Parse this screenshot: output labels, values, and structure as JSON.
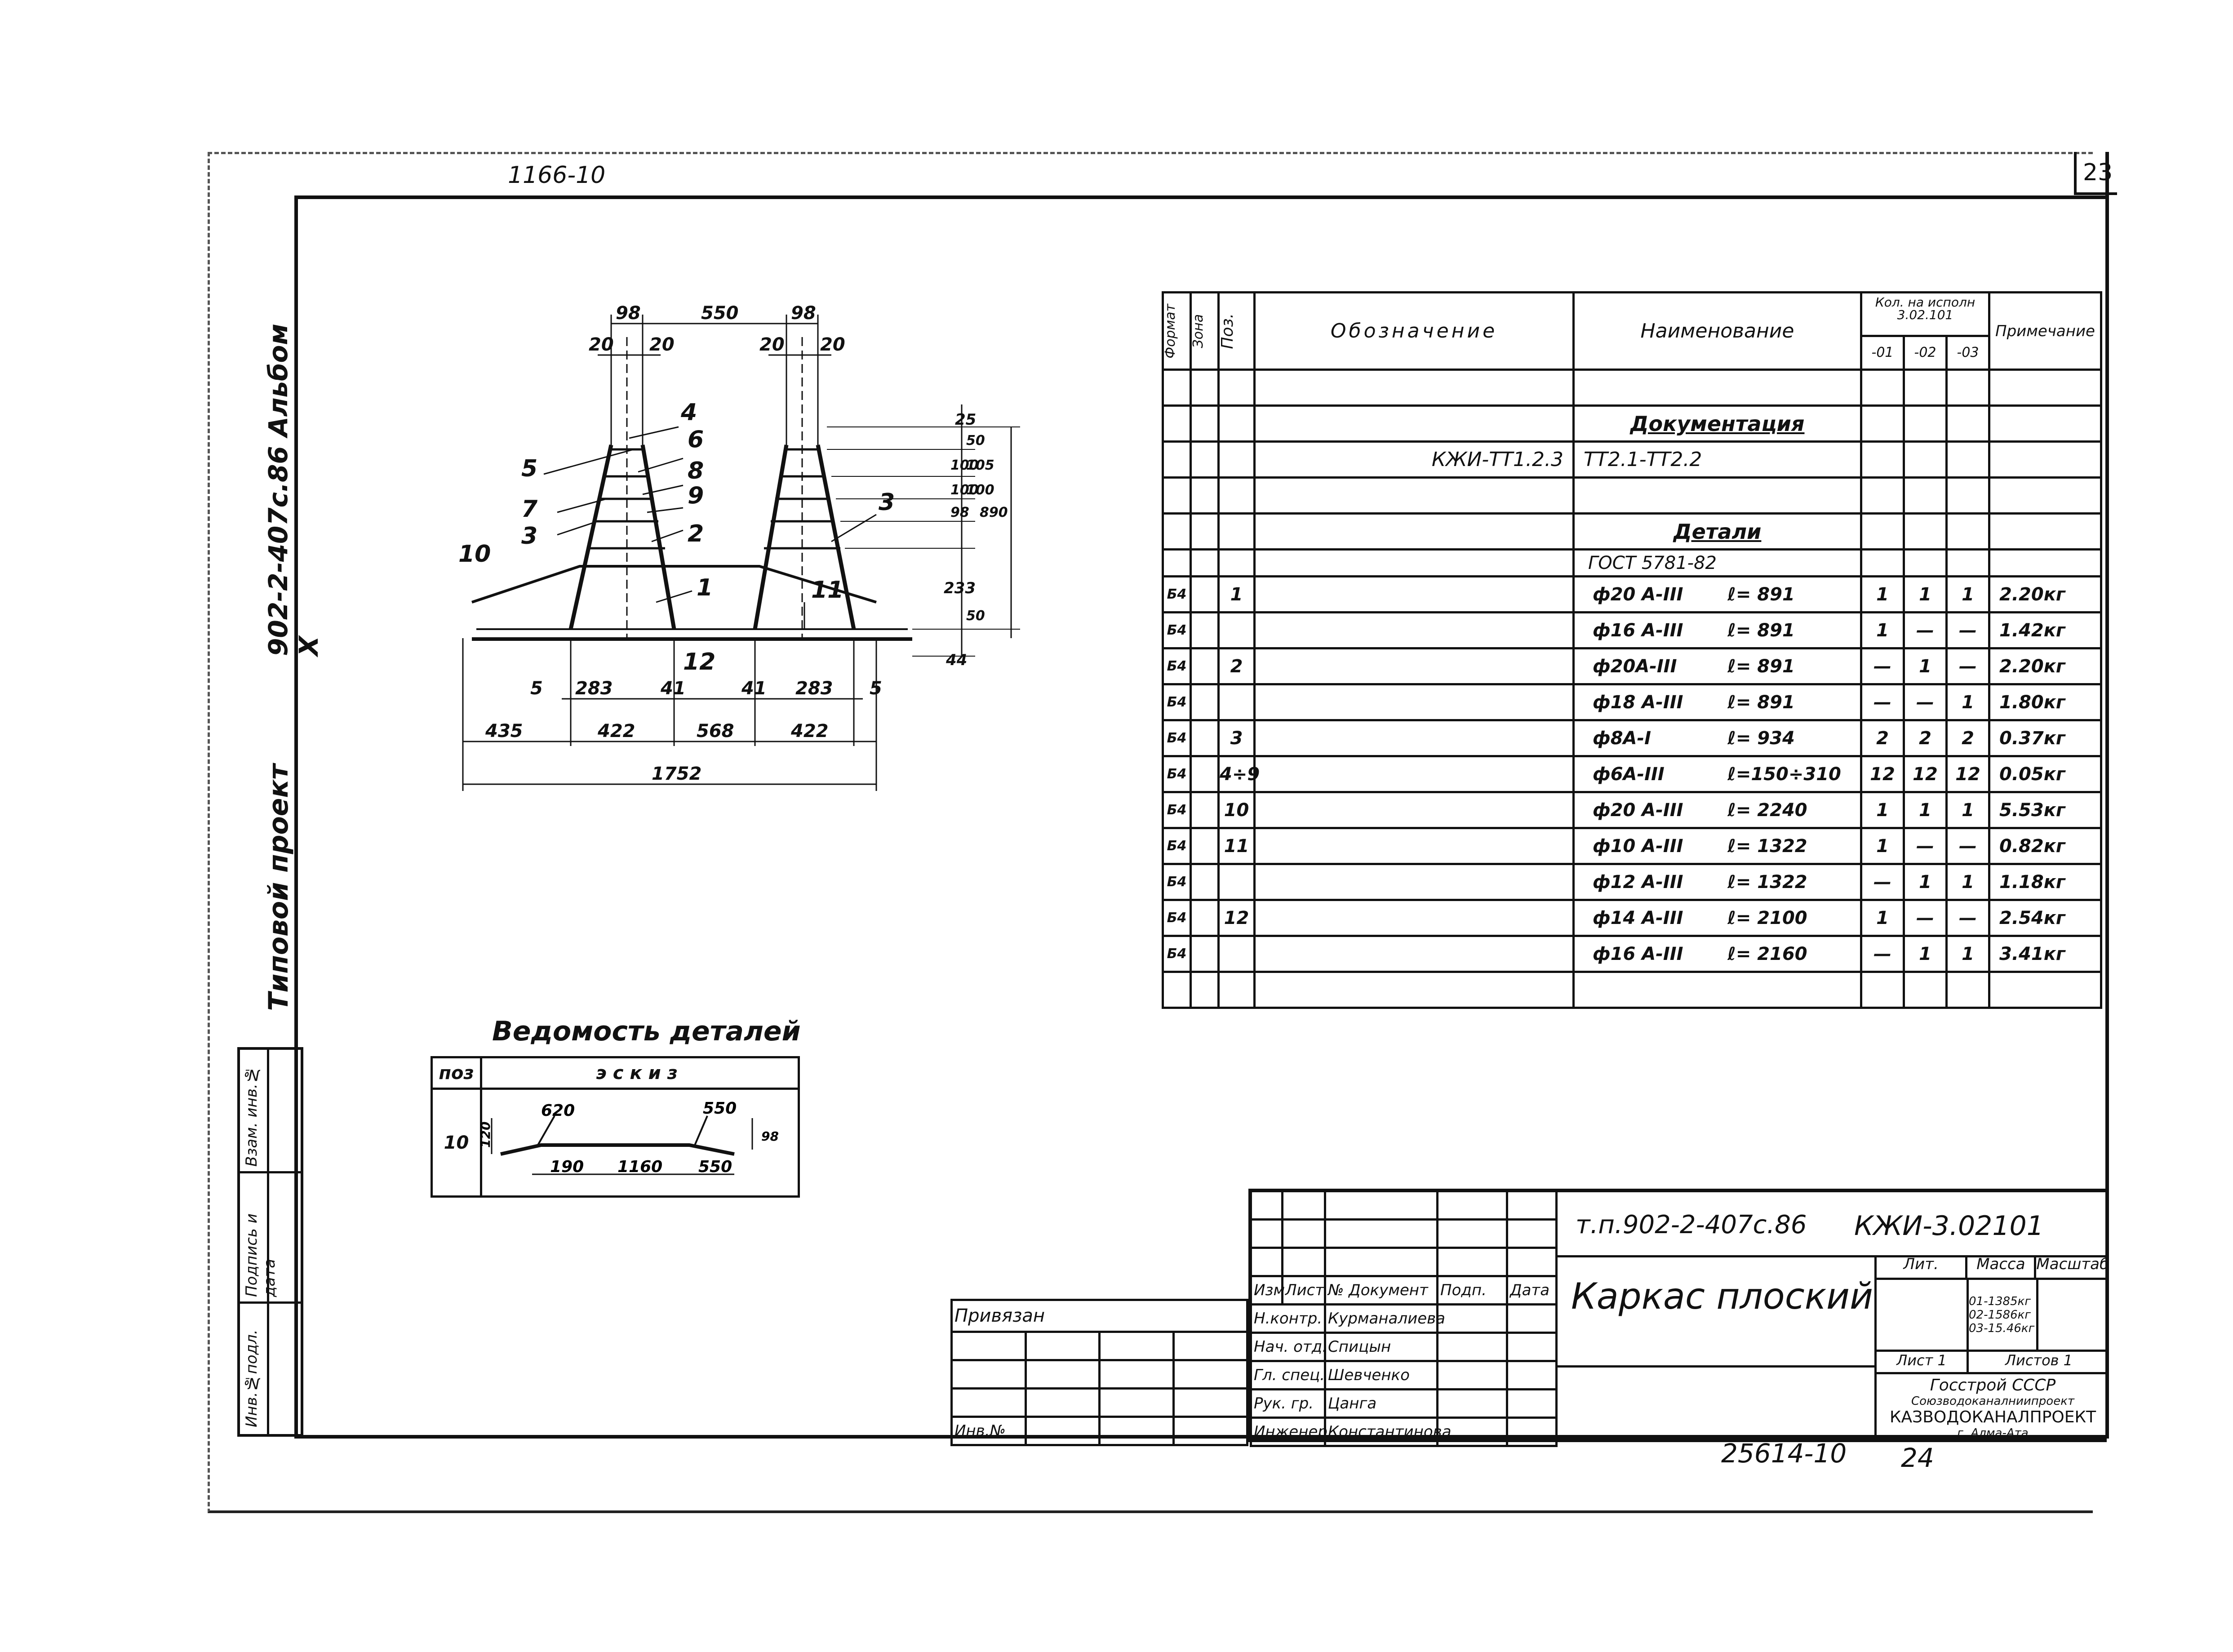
{
  "sheet": {
    "top_number": "1166-10",
    "page_number": "23",
    "bottom_number": "25614-10",
    "bottom_page": "24",
    "side_title": "Типовой проект",
    "side_album": "902-2-407с.86 Альбом X",
    "side_cells": [
      "Инв.№подл.",
      "Подпись и дата",
      "Взам. инв.№"
    ]
  },
  "drawing": {
    "dims_top": [
      "98",
      "550",
      "98"
    ],
    "dims_20": [
      "20",
      "20",
      "20",
      "20"
    ],
    "dims_bottom1": [
      "5",
      "283",
      "41",
      "41",
      "283",
      "5"
    ],
    "dims_bottom2": [
      "435",
      "422",
      "568",
      "422"
    ],
    "dims_total": "1752",
    "dims_right": [
      "25",
      "50",
      "100",
      "105",
      "100",
      "100",
      "890",
      "98",
      "233",
      "50",
      "44"
    ],
    "callouts": [
      "4",
      "6",
      "5",
      "8",
      "7",
      "9",
      "3",
      "2",
      "10",
      "1",
      "11",
      "3",
      "12"
    ]
  },
  "details": {
    "title": "Ведомость деталей",
    "col_pos": "поз",
    "col_sketch": "эскиз",
    "row_pos": "10",
    "sketch_dims": [
      "620",
      "550",
      "120",
      "190",
      "1160",
      "550",
      "98"
    ]
  },
  "spec": {
    "headers": {
      "format": "Формат",
      "zone": "Зона",
      "pos": "Поз.",
      "designation": "Обозначение",
      "name": "Наименование",
      "qty": "Кол. на исполн 3.02.101",
      "qty_cols": [
        "-01",
        "-02",
        "-03"
      ],
      "note": "Примечание"
    },
    "section_docs": "Документация",
    "doc_row": {
      "designation": "КЖИ-ТТ1.2.3",
      "name": "ТТ2.1-ТТ2.2"
    },
    "section_details": "Детали",
    "gost": "ГОСТ 5781-82",
    "rows": [
      {
        "f": "Б4",
        "pos": "1",
        "name": "ф20 А-III",
        "len": "ℓ= 891",
        "q1": "1",
        "q2": "1",
        "q3": "1",
        "note": "2.20кг"
      },
      {
        "f": "Б4",
        "pos": "",
        "name": "ф16 А-III",
        "len": "ℓ= 891",
        "q1": "1",
        "q2": "—",
        "q3": "—",
        "note": "1.42кг"
      },
      {
        "f": "Б4",
        "pos": "2",
        "name": "ф20А-III",
        "len": "ℓ= 891",
        "q1": "—",
        "q2": "1",
        "q3": "—",
        "note": "2.20кг"
      },
      {
        "f": "Б4",
        "pos": "",
        "name": "ф18 А-III",
        "len": "ℓ= 891",
        "q1": "—",
        "q2": "—",
        "q3": "1",
        "note": "1.80кг"
      },
      {
        "f": "Б4",
        "pos": "3",
        "name": "ф8А-I",
        "len": "ℓ= 934",
        "q1": "2",
        "q2": "2",
        "q3": "2",
        "note": "0.37кг"
      },
      {
        "f": "Б4",
        "pos": "4÷9",
        "name": "ф6А-III",
        "len": "ℓ=150÷310",
        "q1": "12",
        "q2": "12",
        "q3": "12",
        "note": "0.05кг"
      },
      {
        "f": "Б4",
        "pos": "10",
        "name": "ф20 А-III",
        "len": "ℓ= 2240",
        "q1": "1",
        "q2": "1",
        "q3": "1",
        "note": "5.53кг"
      },
      {
        "f": "Б4",
        "pos": "11",
        "name": "ф10 А-III",
        "len": "ℓ= 1322",
        "q1": "1",
        "q2": "—",
        "q3": "—",
        "note": "0.82кг"
      },
      {
        "f": "Б4",
        "pos": "",
        "name": "ф12 А-III",
        "len": "ℓ= 1322",
        "q1": "—",
        "q2": "1",
        "q3": "1",
        "note": "1.18кг"
      },
      {
        "f": "Б4",
        "pos": "12",
        "name": "ф14 А-III",
        "len": "ℓ= 2100",
        "q1": "1",
        "q2": "—",
        "q3": "—",
        "note": "2.54кг"
      },
      {
        "f": "Б4",
        "pos": "",
        "name": "ф16 А-III",
        "len": "ℓ= 2160",
        "q1": "—",
        "q2": "1",
        "q3": "1",
        "note": "3.41кг"
      }
    ]
  },
  "title_block": {
    "project": "т.п.902-2-407с.86",
    "code": "КЖИ-3.02101",
    "title": "Каркас плоский",
    "header_cells": [
      "Изм",
      "Лист",
      "№ Документ",
      "Подп.",
      "Дата"
    ],
    "people": [
      {
        "role": "Н.контр.",
        "name": "Курманалиева"
      },
      {
        "role": "Нач. отд.",
        "name": "Спицын"
      },
      {
        "role": "Гл. спец.",
        "name": "Шевченко"
      },
      {
        "role": "Рук. гр.",
        "name": "Цанга"
      },
      {
        "role": "Инженер",
        "name": "Константинова"
      }
    ],
    "lit": "Лит.",
    "mass": "Масса",
    "scale": "Масштаб",
    "masses": [
      "01-1385кг",
      "02-1586кг",
      "03-15.46кг"
    ],
    "sheet": "Лист 1",
    "sheets": "Листов 1",
    "org1": "Госстрой СССР",
    "org2": "Союзводоканалниипроект",
    "org3": "КАЗВОДОКАНАЛПРОЕКТ",
    "org4": "г. Алма-Ата",
    "privyazan": "Привязан",
    "inv": "Инв.№"
  }
}
